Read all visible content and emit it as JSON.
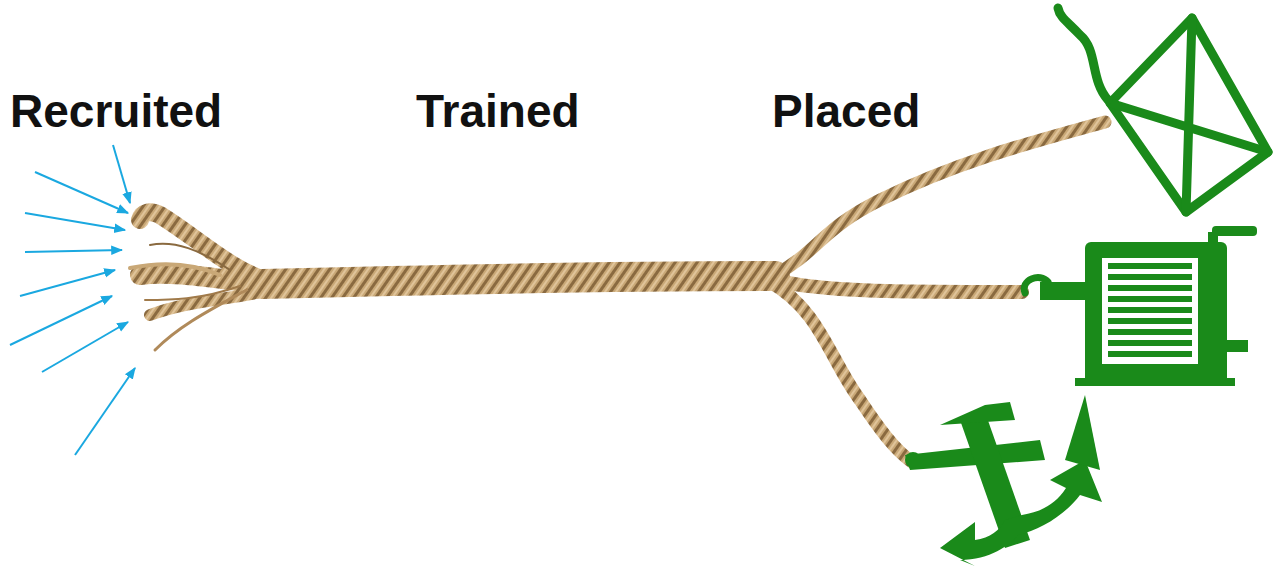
{
  "diagram": {
    "labels": [
      "Recruited",
      "Trained",
      "Placed"
    ]
  }
}
